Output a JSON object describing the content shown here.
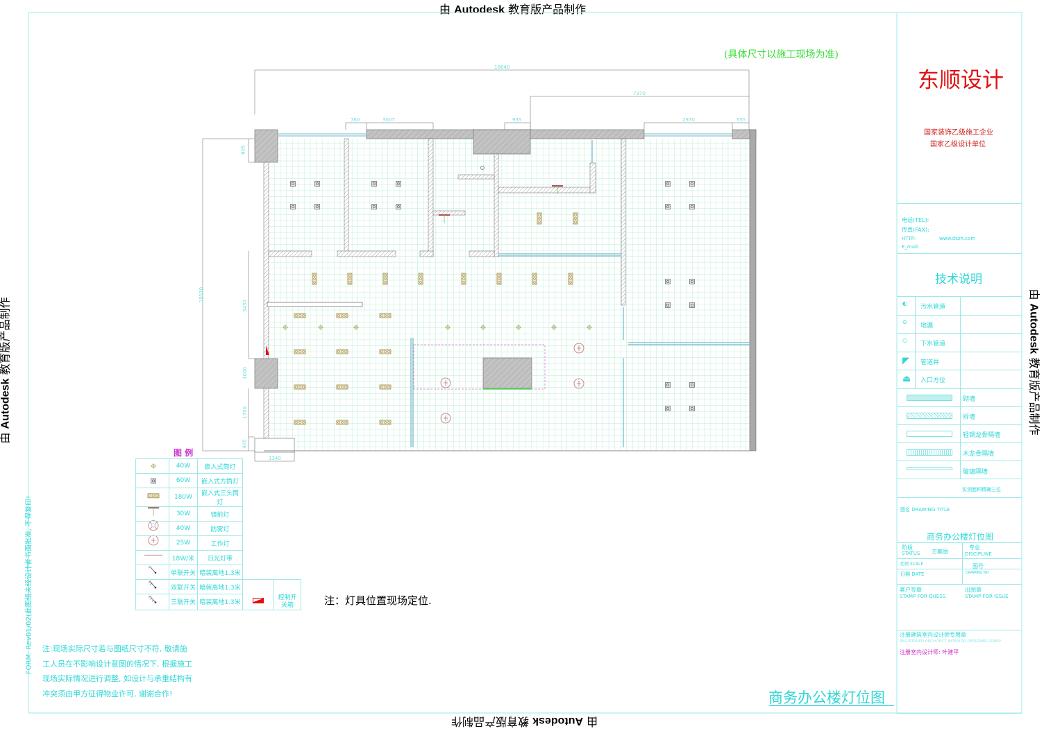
{
  "watermark": {
    "prefix": "由",
    "brand": "Autodesk",
    "suffix": "教育版产品制作"
  },
  "note_top": "(具体尺寸以施工现场为准)",
  "dimensions": {
    "top_total": "16640",
    "top_right": "7370",
    "top_segments": [
      "760",
      "3007",
      "935",
      "2970",
      "555"
    ],
    "left_total": "10510",
    "left_segments": [
      "805",
      "3430",
      "1000",
      "1700",
      "405"
    ],
    "bottom": "1340"
  },
  "legend": {
    "title": "图 例",
    "rows": [
      {
        "icon": "recessed-downlight-icon",
        "power": "40W",
        "name": "嵌入式筒灯"
      },
      {
        "icon": "recessed-square-light-icon",
        "power": "60W",
        "name": "嵌入式方筒灯"
      },
      {
        "icon": "triple-head-light-icon",
        "power": "180W",
        "name": "嵌入式三头筒灯"
      },
      {
        "icon": "mirror-light-icon",
        "power": "30W",
        "name": "镜前灯"
      },
      {
        "icon": "moisture-proof-light-icon",
        "power": "40W",
        "name": "防雾灯"
      },
      {
        "icon": "work-light-icon",
        "power": "25W",
        "name": "工作灯"
      },
      {
        "icon": "fluorescent-strip-icon",
        "power": "18W/米",
        "name": "日光灯带"
      },
      {
        "icon": "single-switch-icon",
        "power": "单联开关",
        "name": "暗装离地1.3米"
      },
      {
        "icon": "double-switch-icon",
        "power": "双联开关",
        "name": "暗装离地1.3米"
      },
      {
        "icon": "triple-switch-icon",
        "power": "三联开关",
        "name": "暗装离地1.3米"
      }
    ],
    "control_box": "控制开关箱"
  },
  "fixture_note": "注：灯具位置现场定位.",
  "side_note": "FORM. Rev01/02(此图纸未经设计者书面批准, 不得复印!",
  "bottom_note": [
    "注:现场实际尺寸若与图纸尺寸不符, 敬请施",
    "工人员在不影响设计意图的情况下, 根据施工",
    "现场实际情况进行调整, 如设计与承重结构有",
    "冲突须由甲方征得物业许可, 谢谢合作!"
  ],
  "drawing_title_large": "商务办公楼灯位图",
  "title_block": {
    "company": "东顺设计",
    "qualifications": [
      "国家装饰乙级施工企业",
      "国家乙级设计单位"
    ],
    "contact": {
      "tel": "电话(TEL):",
      "fax": "传真(FAX):",
      "http_label": "HTTP:",
      "http": "www.dszh.com",
      "email": "E_mail:"
    },
    "tech_title": "技术说明",
    "symbols": [
      "污水管道",
      "地漏",
      "下水管道",
      "管道井",
      "入口方位"
    ],
    "walls": [
      "砌墙",
      "拆墙",
      "轻钢龙骨隔墙",
      "木龙骨隔墙",
      "玻璃隔墙"
    ],
    "area_note": "实测面积精确三位",
    "drawing_title_label": "图名 DRAWING TITLE",
    "drawing_title": "商务办公楼灯位图",
    "status_label": "阶段",
    "status_en": "STATUS",
    "status": "方案图",
    "discipline_label": "专业",
    "discipline_en": "DISCIPLINE",
    "scale_label": "比例 SCALE",
    "date_label": "日期 DATE",
    "drawing_no_label": "图号",
    "drawing_no_en": "DRAWING NO",
    "client_stamp": "客户签章",
    "client_stamp_en": "STAMP FOR QUESS",
    "issue_stamp": "出图章",
    "issue_stamp_en": "STAMP FOR ISSUE",
    "reg_stamp": "注册建筑室内设计师专用章",
    "reg_stamp_en": "REGISTERED ARCHITECT INTERIOR DESIGNER STAMP",
    "designer": "注册室内设计师: 叶建平"
  },
  "colors": {
    "cyan": "#2fd6d6",
    "red": "#e01010",
    "green": "#33dd33",
    "magenta": "#cc33cc",
    "wall": "#b4b4b4"
  }
}
